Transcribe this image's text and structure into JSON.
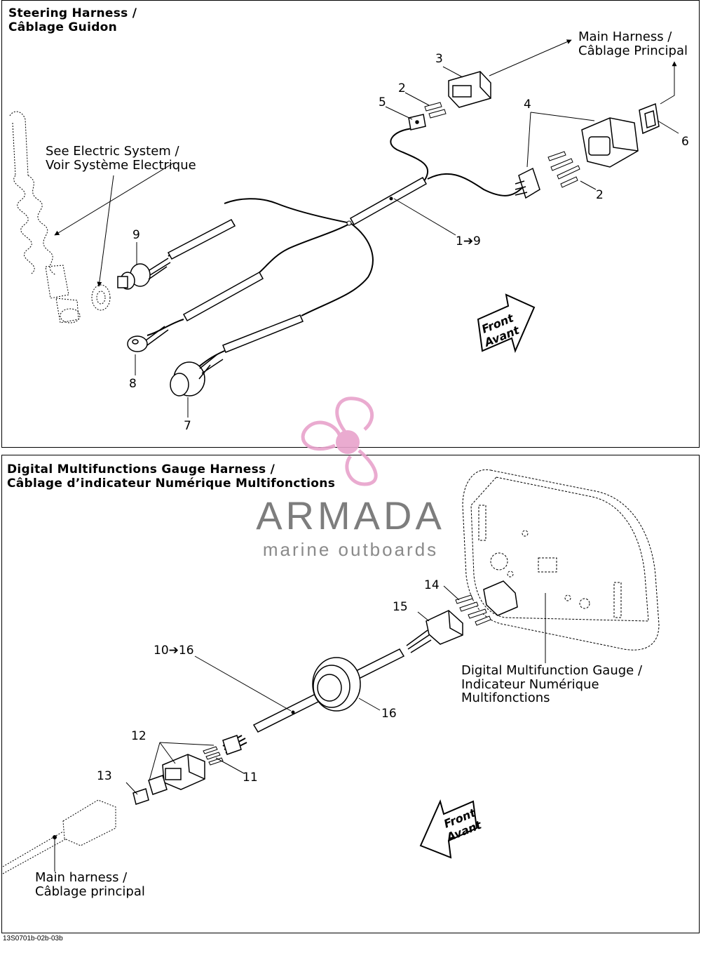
{
  "top_panel": {
    "title_line1": "Steering Harness /",
    "title_line2": "Câblage Guidon",
    "labels": {
      "main_harness_1": "Main Harness  /",
      "main_harness_2": "Câblage Principal",
      "see_electric_1": "See Electric System /",
      "see_electric_2": "Voir Système Electrique"
    },
    "callouts": {
      "c1": "1➔9",
      "c2a": "2",
      "c2b": "2",
      "c3": "3",
      "c4": "4",
      "c5": "5",
      "c6": "6",
      "c7": "7",
      "c8": "8",
      "c9": "9"
    },
    "front_1": "Front",
    "front_2": "Avant"
  },
  "bottom_panel": {
    "title_line1": "Digital Multifunctions Gauge Harness /",
    "title_line2": "Câblage d’indicateur Numérique Multifonctions",
    "labels": {
      "gauge_1": "Digital Multifunction Gauge /",
      "gauge_2": "Indicateur Numérique",
      "gauge_3": "Multifonctions",
      "main_1": "Main harness /",
      "main_2": "Câblage principal"
    },
    "callouts": {
      "c10": "10➔16",
      "c11": "11",
      "c12": "12",
      "c13": "13",
      "c14": "14",
      "c15": "15",
      "c16": "16"
    },
    "front_1": "Front",
    "front_2": "Avant"
  },
  "watermark": {
    "name": "ARMADA",
    "tagline": "marine outboards",
    "logo_color": "#e8a3cc",
    "text_color": "#7d7d7d"
  },
  "figure_code": "13S0701b-02b-03b"
}
